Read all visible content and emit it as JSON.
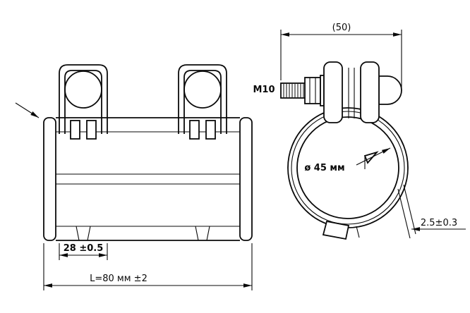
{
  "drawing": {
    "background": "#ffffff",
    "line_color": "#0a0a0a",
    "side_view": {
      "dim_band_width": "28 ±0.5",
      "dim_overall_length": "L=80 мм ±2"
    },
    "front_view": {
      "dim_bolt_span": "(50)",
      "label_thread": "M10",
      "label_diameter": "ø 45 мм",
      "dim_band_thickness": "2.5±0.3"
    }
  }
}
